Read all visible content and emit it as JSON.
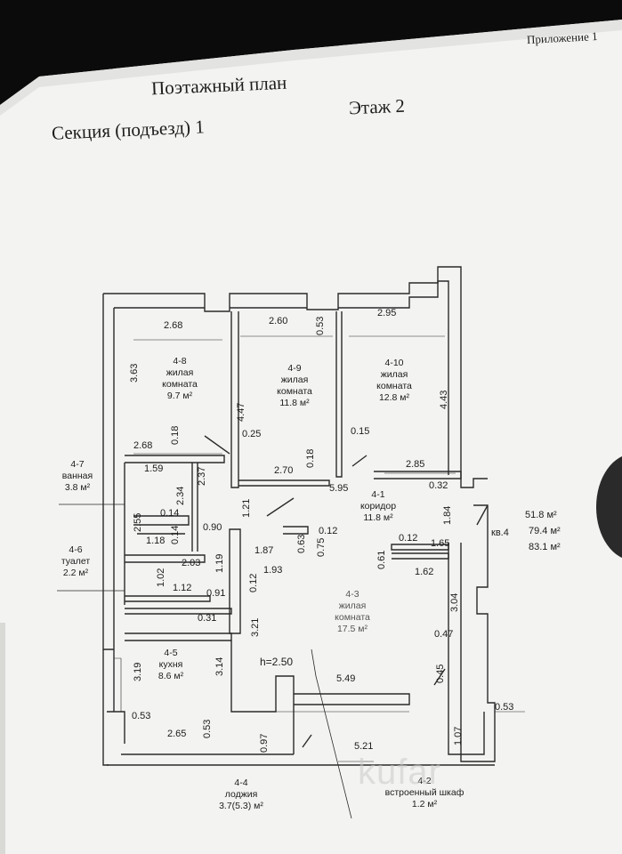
{
  "header": {
    "appendix": "Приложение 1",
    "title": "Поэтажный план",
    "section": "Секция (подъезд)  1",
    "floor": "Этаж  2"
  },
  "rooms": {
    "r48": {
      "id": "4-8",
      "name1": "жилая",
      "name2": "комната",
      "area": "9.7 м²"
    },
    "r49": {
      "id": "4-9",
      "name1": "жилая",
      "name2": "комната",
      "area": "11.8 м²"
    },
    "r410": {
      "id": "4-10",
      "name1": "жилая",
      "name2": "комната",
      "area": "12.8 м²"
    },
    "r47": {
      "id": "4-7",
      "name": "ванная",
      "area": "3.8 м²"
    },
    "r46": {
      "id": "4-6",
      "name": "туалет",
      "area": "2.2 м²"
    },
    "r41": {
      "id": "4-1",
      "name": "коридор",
      "area": "11.8 м²"
    },
    "r43": {
      "id": "4-3",
      "name1": "жилая",
      "name2": "комната",
      "area": "17.5 м²"
    },
    "r45": {
      "id": "4-5",
      "name": "кухня",
      "area": "8.6 м²"
    },
    "r44": {
      "id": "4-4",
      "name": "лоджия",
      "area": "3.7(5.3) м²"
    },
    "r42": {
      "id": "4-2",
      "name": "встроенный шкаф",
      "area": "1.2 м²"
    }
  },
  "apartment": {
    "label": "кв.4",
    "area_living": "51.8 м²",
    "area_total": "79.4 м²",
    "area_with_loggia": "83.1 м²"
  },
  "height": "h=2.50",
  "dims": {
    "d268a": "2.68",
    "d260": "2.60",
    "d053top": "0.53",
    "d295": "2.95",
    "d363": "3.63",
    "d447": "4.47",
    "d443": "4.43",
    "d018a": "0.18",
    "d268b": "2.68",
    "d025": "0.25",
    "d015": "0.15",
    "d018b": "0.18",
    "d159": "1.59",
    "d237": "2.37",
    "d234": "2.34",
    "d270": "2.70",
    "d285": "2.85",
    "d595": "5.95",
    "d032": "0.32",
    "d121": "1.21",
    "d255": "2.55",
    "d014a": "0.14",
    "d014b": "0.14",
    "d118": "1.18",
    "d090": "0.90",
    "d187": "1.87",
    "d063": "0.63",
    "d075": "0.75",
    "d012a": "0.12",
    "d184": "1.84",
    "d061": "0.61",
    "d012b": "0.12",
    "d165": "1.65",
    "d102": "1.02",
    "d203": "2.03",
    "d119": "1.19",
    "d012c": "0.12",
    "d193": "1.93",
    "d162": "1.62",
    "d112": "1.12",
    "d091": "0.91",
    "d304": "3.04",
    "d031": "0.31",
    "d321": "3.21",
    "d047": "0.47",
    "d319": "3.19",
    "d314": "3.14",
    "d045": "0.45",
    "d549": "5.49",
    "d053a": "0.53",
    "d053b": "0.53",
    "d053c": "0.53",
    "d265": "2.65",
    "d097": "0.97",
    "d521": "5.21",
    "d107": "1.07"
  },
  "watermark": "kufar"
}
